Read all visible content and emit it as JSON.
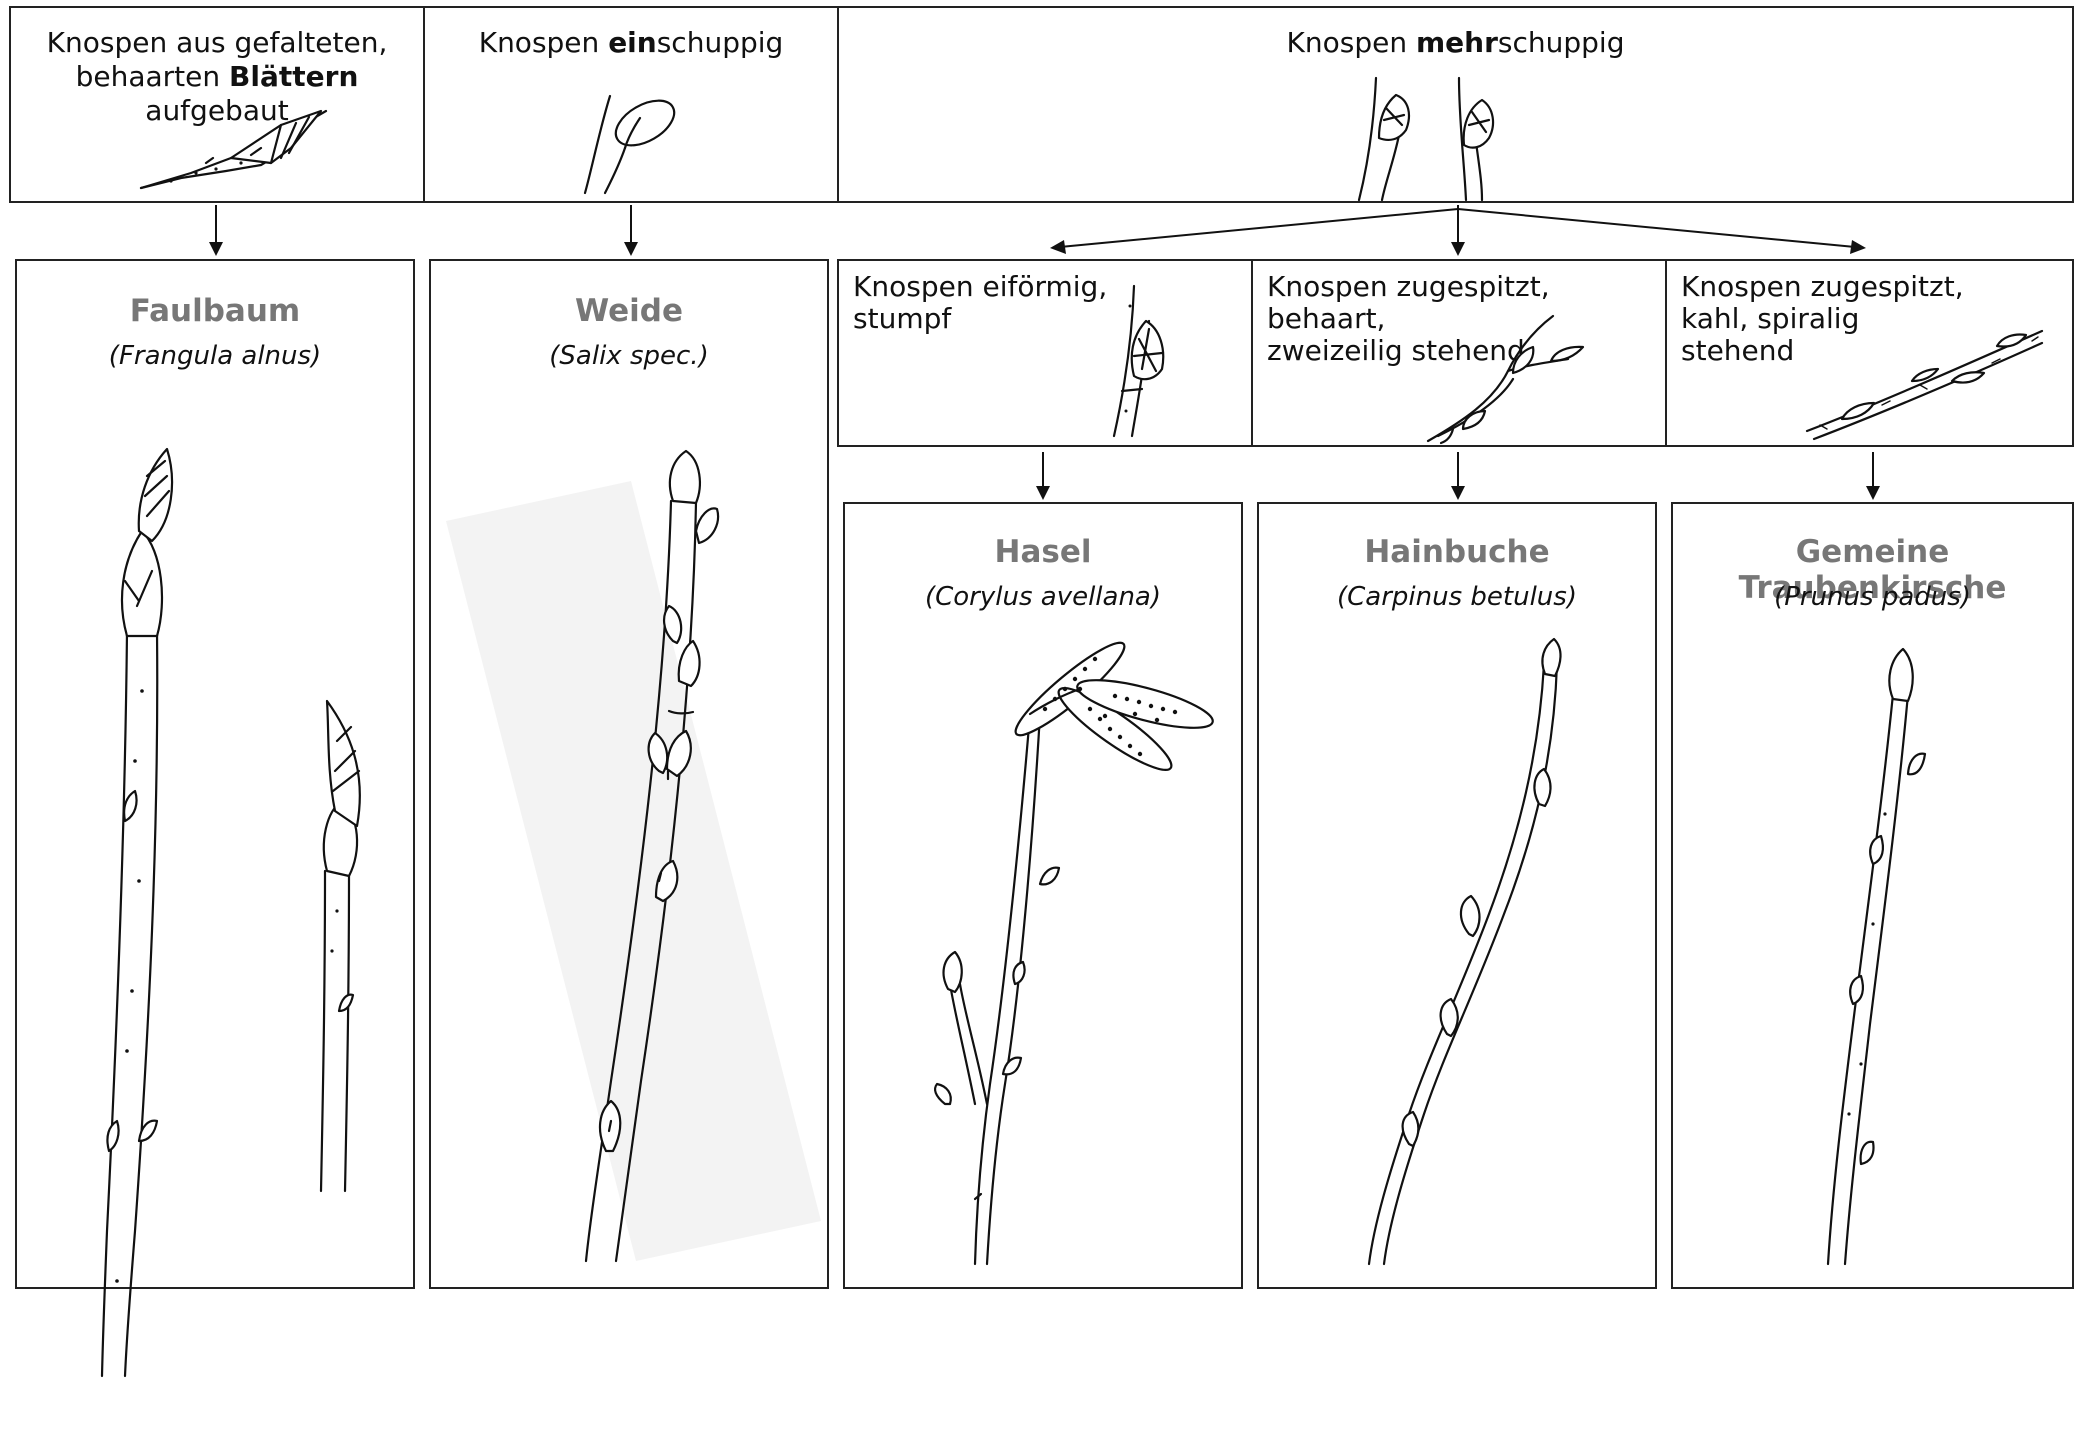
{
  "header": {
    "col1_line1": "Knospen aus gefalteten,",
    "col1_line2_pre": "behaarten ",
    "col1_line2_bold": "Blättern",
    "col1_line2_post": " aufgebaut",
    "col2_pre": "Knospen ",
    "col2_bold": "ein",
    "col2_post": "schuppig",
    "col3_pre": "Knospen ",
    "col3_bold": "mehr",
    "col3_post": "schuppig"
  },
  "sub_categories": [
    {
      "line1": "Knospen eiförmig,",
      "line2": "stumpf",
      "line3": ""
    },
    {
      "line1": "Knospen zugespitzt, behaart,",
      "line2": "zweizeilig stehend",
      "line3": ""
    },
    {
      "line1": "Knospen zugespitzt,",
      "line2": "kahl, spiralig",
      "line3": "stehend"
    }
  ],
  "species": [
    {
      "name": "Faulbaum",
      "latin": "(Frangula alnus)"
    },
    {
      "name": "Weide",
      "latin": "(Salix spec.)"
    },
    {
      "name": "Hasel",
      "latin": "(Corylus avellana)"
    },
    {
      "name": "Hainbuche",
      "latin": "(Carpinus betulus)"
    },
    {
      "name": "Gemeine Traubenkirsche",
      "latin": "(Prunus padus)"
    }
  ],
  "icons": [
    "folded-leaf-bud-icon",
    "single-scale-bud-icon",
    "multi-scale-bud-icon",
    "twig-drawing"
  ]
}
